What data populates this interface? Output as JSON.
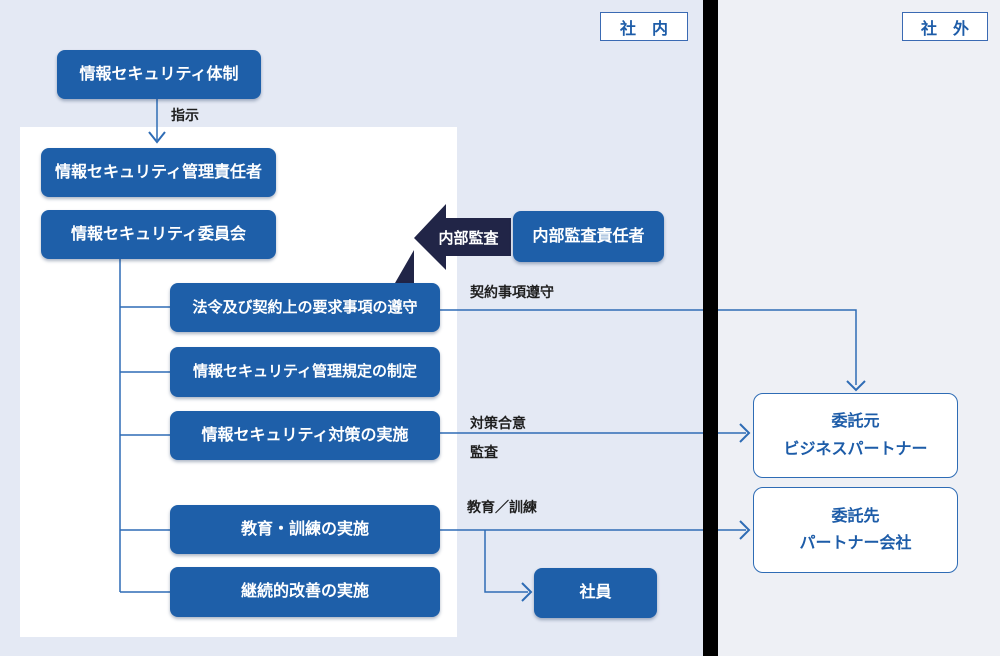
{
  "colors": {
    "box_blue": "#1e5fa9",
    "dark_navy_arrow": "#212547",
    "line_blue": "#2e6cb5",
    "partner_text_blue": "#1d5ca8",
    "bg_internal": "#e4e9f4",
    "bg_external": "#eef0f5",
    "divider": "#000000",
    "label_text": "#1f1f1f",
    "panel_white": "#ffffff"
  },
  "zones": {
    "internal": "社　内",
    "external": "社　外"
  },
  "nodes": {
    "taisei": "情報セキュリティ体制",
    "kanri_sekininsha": "情報セキュリティ管理責任者",
    "iinkai": "情報セキュリティ委員会",
    "naibu_kansa_arrow": "内部監査",
    "naibu_kansa_sekininsha": "内部監査責任者",
    "activities": [
      "法令及び契約上の要求事項の遵守",
      "情報セキュリティ管理規定の制定",
      "情報セキュリティ対策の実施",
      "教育・訓練の実施",
      "継続的改善の実施"
    ],
    "shain": "社員",
    "itakumoto": {
      "line1": "委託元",
      "line2": "ビジネスパートナー"
    },
    "itakusaki": {
      "line1": "委託先",
      "line2": "パートナー会社"
    }
  },
  "edge_labels": {
    "shiji": "指示",
    "keiyaku_jiko_junshu": "契約事項遵守",
    "taisaku_goi": "対策合意",
    "kansa": "監査",
    "kyoiku_kunren": "教育／訓練"
  }
}
